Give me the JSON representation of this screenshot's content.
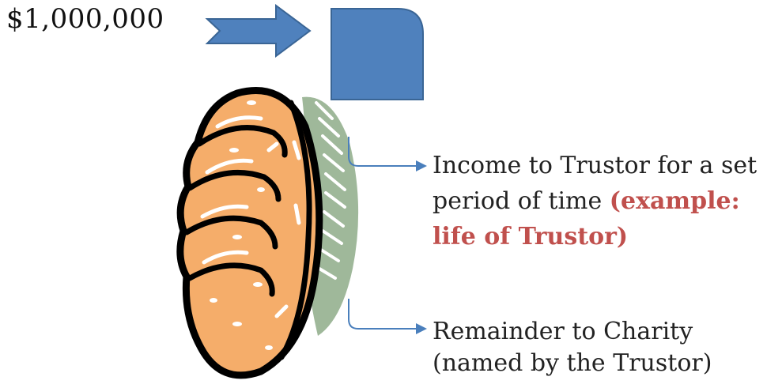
{
  "amount": "$1,000,000",
  "income": {
    "line1": "Income to Trustor for a set",
    "line2_plain": "period of time ",
    "line2_highlight": "(example:",
    "line3_highlight": "life of Trustor)"
  },
  "remainder": {
    "line1": "Remainder to Charity",
    "line2": "(named by the Trustor)"
  },
  "colors": {
    "shape_fill": "#4f81bd",
    "shape_stroke": "#3a6595",
    "connector": "#4a7fbc",
    "highlight": "#c0504d",
    "bread_fill": "#f5ad6a",
    "shadow": "#9fb89a"
  },
  "icons": [
    "right-arrow-icon",
    "trust-box-icon",
    "bread-clipart-icon"
  ]
}
